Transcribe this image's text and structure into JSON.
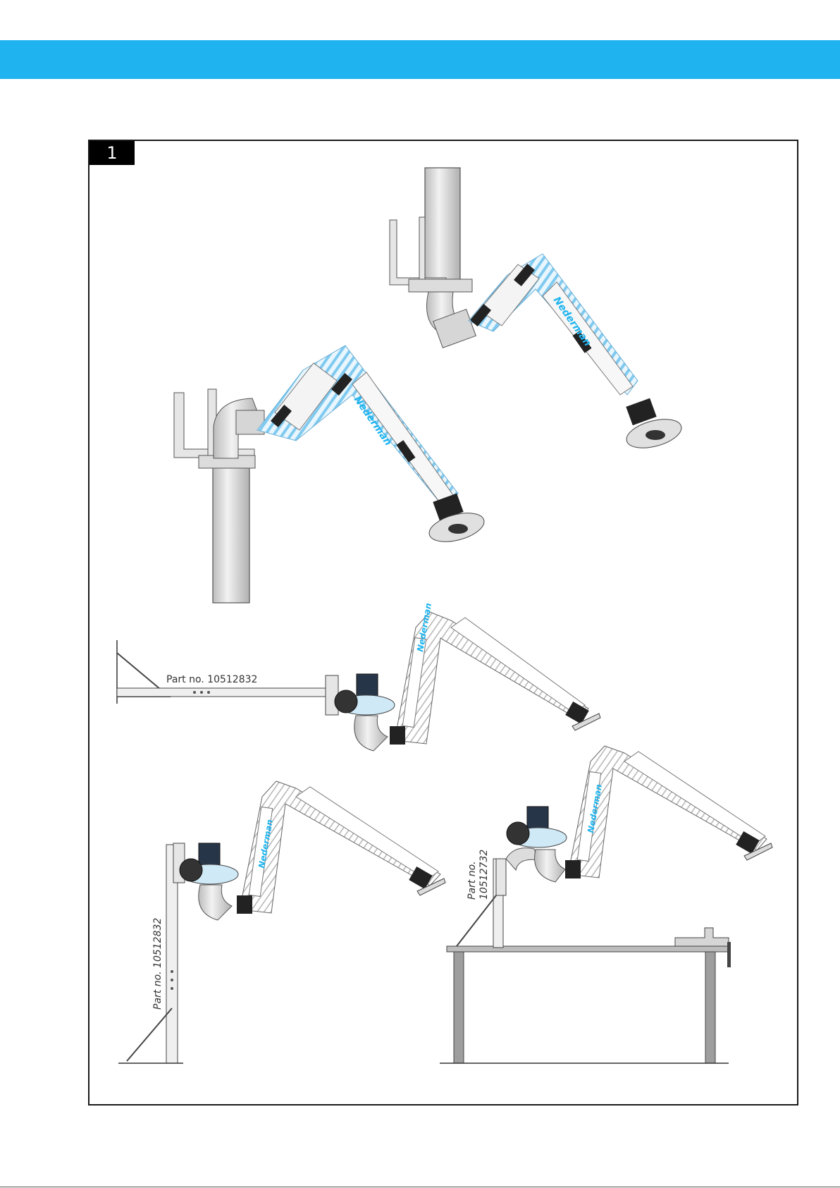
{
  "header": {
    "bar_color": "#1fb4ef"
  },
  "figure": {
    "number": "1",
    "labels": {
      "wall_bracket_part": "Part no. 10512832",
      "column_part": "Part no. 10512832",
      "bench_part_line1": "Part no.",
      "bench_part_line2": "10512732"
    },
    "brand_text": "Nederman"
  },
  "colors": {
    "accent": "#1fb4ef",
    "frame": "#1a1a1a",
    "hose_blue": "#8fd3f4",
    "steel": "#d9d9d9"
  }
}
